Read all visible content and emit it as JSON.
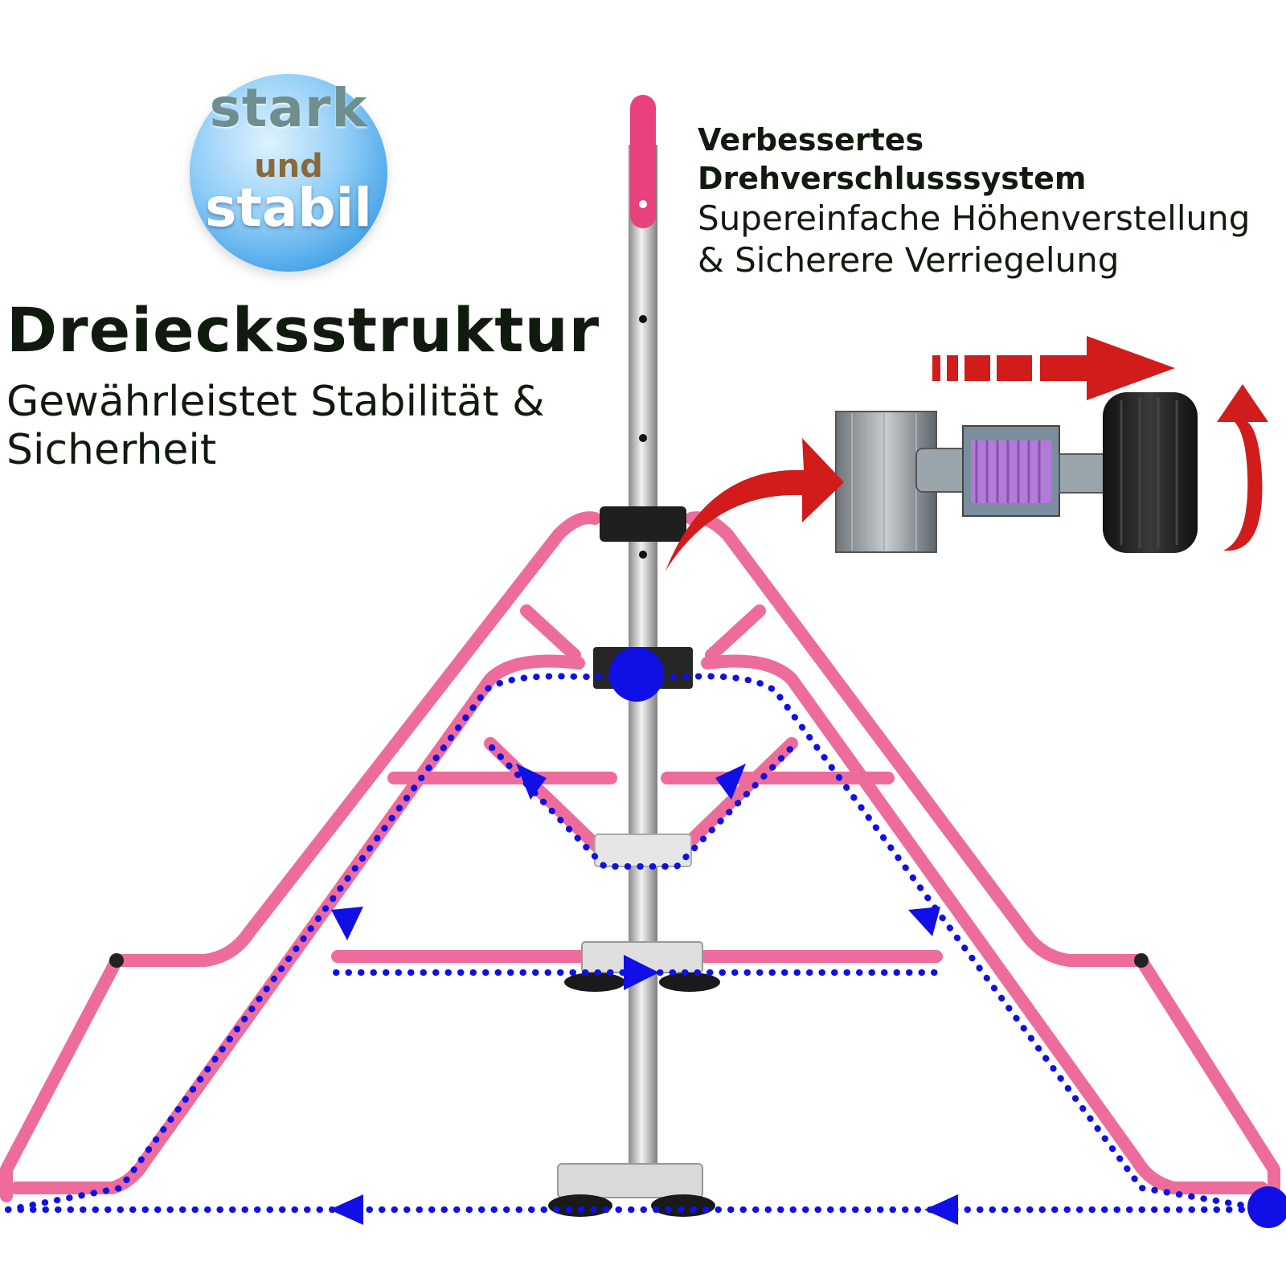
{
  "badge": {
    "line1": "stark",
    "line2": "und",
    "line3": "stabil"
  },
  "left_panel": {
    "heading": "Dreiecksstruktur",
    "subheading": "Gewährleistet Stabilität & Sicherheit"
  },
  "right_panel": {
    "title_line1": "Verbessertes",
    "title_line2": "Drehverschlusssystem",
    "body_line1": "Supereinfache Höhenverstellung",
    "body_line2": "& Sicherere Verriegelung"
  },
  "colors": {
    "frame_pink": "#ee6c9b",
    "pole_silver": "#c2c2c2",
    "path_dots": "#1010e6",
    "arrow_red": "#d21b1b",
    "knob_black": "#1c1c1c",
    "thread_purple": "#b27bd6"
  }
}
